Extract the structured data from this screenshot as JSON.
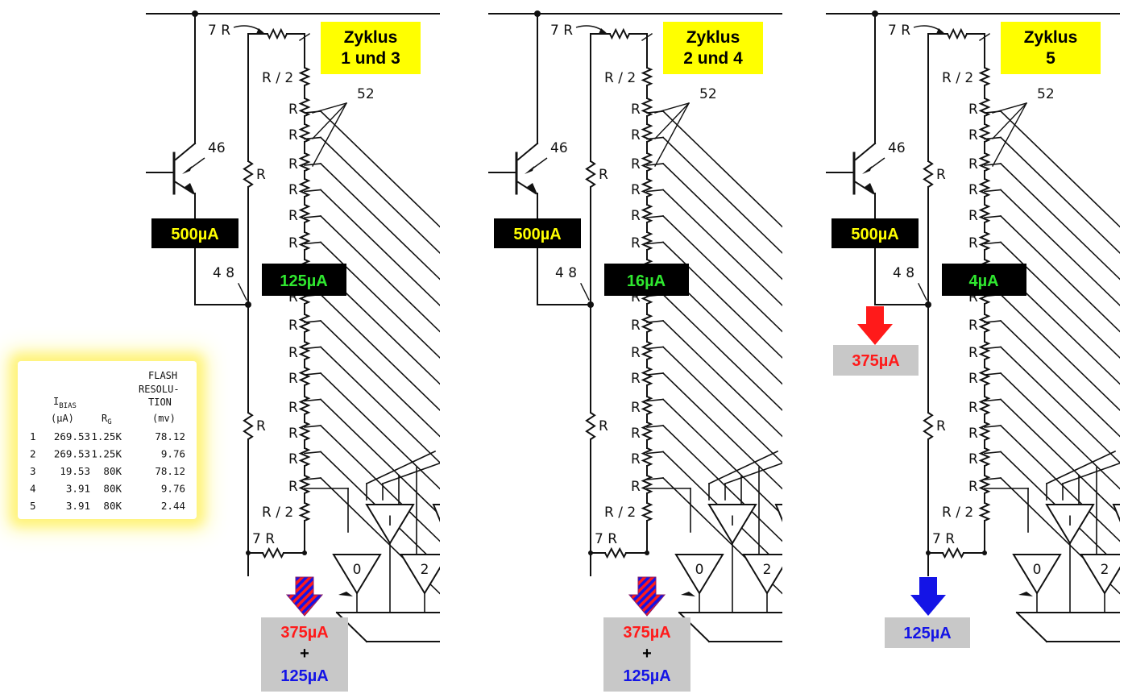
{
  "table": {
    "header_flash": "FLASH",
    "header_resolu": "RESOLU-",
    "header_tion": "TION",
    "header_ibias": "I",
    "header_ibias_sub": "BIAS",
    "header_unit_ua": "(µA)",
    "header_rg": "R",
    "header_rg_sub": "G",
    "header_unit_mv": "(mv)",
    "rows": [
      {
        "n": "1",
        "ibias": "269.53",
        "rg": "1.25K",
        "res": "78.12"
      },
      {
        "n": "2",
        "ibias": "269.53",
        "rg": "1.25K",
        "res": "9.76"
      },
      {
        "n": "3",
        "ibias": "19.53",
        "rg": "80K",
        "res": "78.12"
      },
      {
        "n": "4",
        "ibias": "3.91",
        "rg": "80K",
        "res": "9.76"
      },
      {
        "n": "5",
        "ibias": "3.91",
        "rg": "80K",
        "res": "2.44"
      }
    ]
  },
  "labels": {
    "r7": "7 R",
    "r2": "R / 2",
    "r": "R",
    "n52": "52",
    "n46": "46",
    "n48": "4 8",
    "comp0": "0",
    "comp1": "I",
    "comp2": "2"
  },
  "panels": [
    {
      "title_l1": "Zyklus",
      "title_l2": "1 und 3",
      "bias": "500µA",
      "green": "125µA",
      "bottom_red": "375µA",
      "bottom_plus": "+",
      "bottom_blue": "125µA"
    },
    {
      "title_l1": "Zyklus",
      "title_l2": "2 und 4",
      "bias": "500µA",
      "green": "16µA",
      "bottom_red": "375µA",
      "bottom_plus": "+",
      "bottom_blue": "125µA"
    },
    {
      "title_l1": "Zyklus",
      "title_l2": "5",
      "bias": "500µA",
      "green": "4µA",
      "side_red": "375µA",
      "bottom_blue": "125µA"
    }
  ],
  "colors": {
    "title_bg": "#ffff00",
    "black_box": "#000000",
    "bias_text": "#ffff00",
    "green_text": "#2fe82f",
    "gray_box": "#c8c8c8",
    "red": "#ff1a1a",
    "blue": "#1414e6",
    "glow": "#fff37a"
  }
}
